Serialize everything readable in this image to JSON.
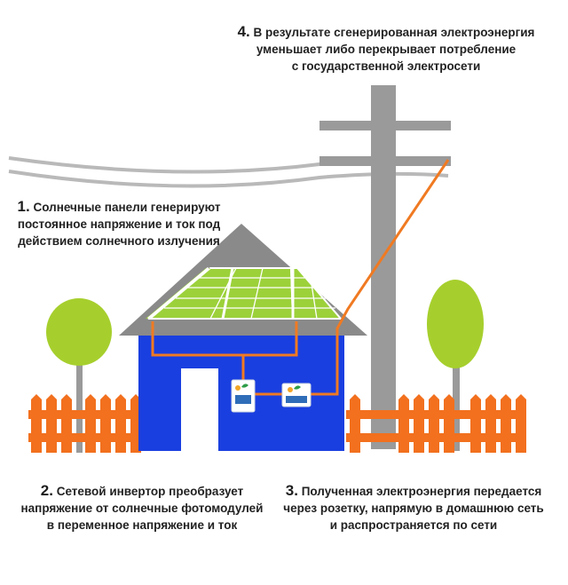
{
  "captions": {
    "c4": {
      "num": "4.",
      "line1": "В результате сгенерированная электроэнергия",
      "line2": "уменьшает либо перекрывает потребление",
      "line3": "с государственной электросети"
    },
    "c1": {
      "num": "1.",
      "line1": "Солнечные панели генерируют",
      "line2": "постоянное напряжение и ток под",
      "line3": "действием солнечного излучения"
    },
    "c2": {
      "num": "2.",
      "line1": "Сетевой инвертор преобразует",
      "line2": "напряжение от солнечные фотомодулей",
      "line3": "в переменное напряжение и ток"
    },
    "c3": {
      "num": "3.",
      "line1": "Полученная электроэнергия передается",
      "line2": "через розетку, напрямую в домашнюю сеть",
      "line3": "и распространяется по сети"
    }
  },
  "colors": {
    "house": "#1a3fe0",
    "roof": "#8a8a8a",
    "panel": "#9cd13a",
    "wire": "#f07a22",
    "fence": "#f2701e",
    "tree": "#a6cf2d",
    "pole": "#9a9a9a",
    "cable": "#b9b9b9"
  }
}
